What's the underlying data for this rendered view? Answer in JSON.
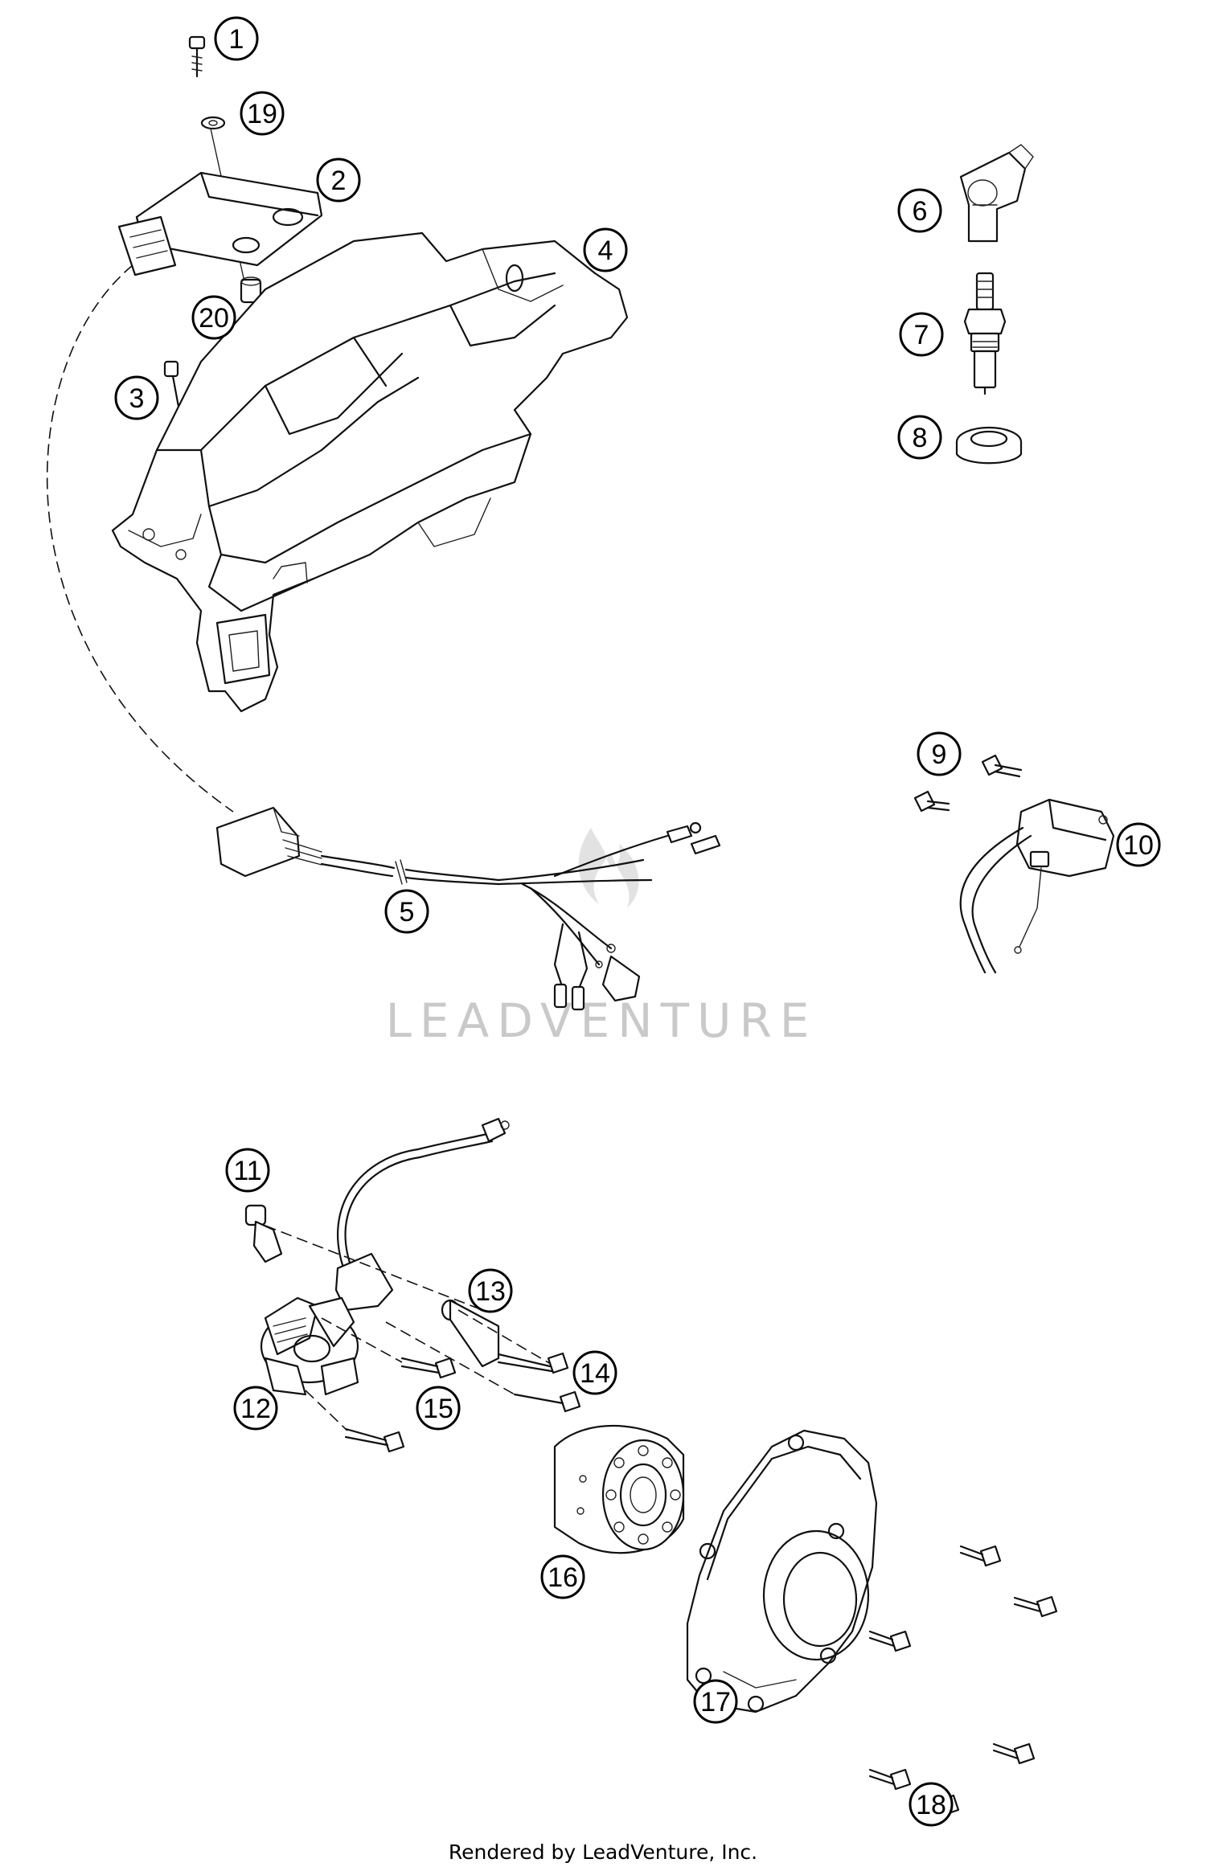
{
  "diagram": {
    "callouts": [
      "1",
      "2",
      "3",
      "4",
      "5",
      "6",
      "7",
      "8",
      "9",
      "10",
      "11",
      "12",
      "13",
      "14",
      "15",
      "16",
      "17",
      "18",
      "19",
      "20"
    ],
    "watermark": "LEADVENTURE",
    "footer": "Rendered by LeadVenture, Inc."
  }
}
